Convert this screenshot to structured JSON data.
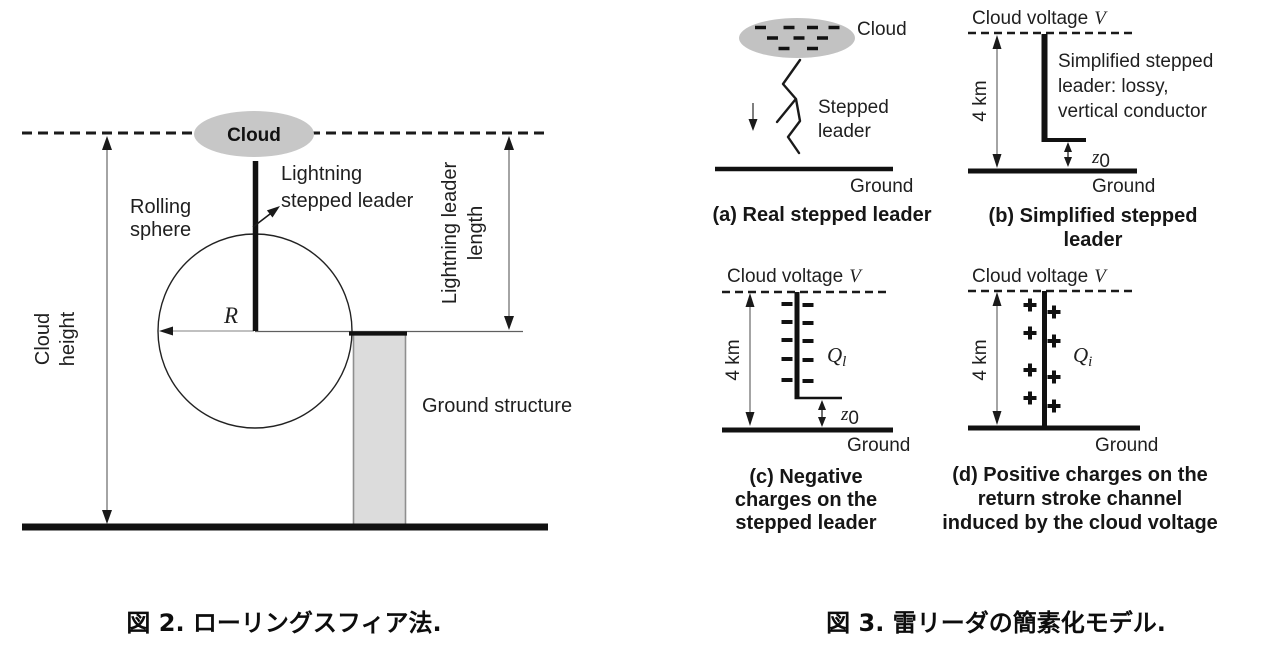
{
  "page": {
    "background": "#ffffff"
  },
  "colors": {
    "ink": "#1a1a1a",
    "cloud_fill": "#c7c7c7",
    "structure_fill": "#dcdcdc",
    "arrow_line": "#7d7d7d"
  },
  "fig2": {
    "caption": "図 2. ローリングスフィア法.",
    "cloud_label": "Cloud",
    "rolling_sphere_line1": "Rolling",
    "rolling_sphere_line2": "sphere",
    "leader_label_line1": "Lightning",
    "leader_label_line2": "stepped leader",
    "radius_label": "R",
    "cloud_height_line1": "Cloud",
    "cloud_height_line2": "height",
    "leader_length_line1": "Lightning leader",
    "leader_length_line2": "length",
    "ground_structure_label": "Ground structure"
  },
  "fig3": {
    "caption": "図 3. 雷リーダの簡素化モデル.",
    "a": {
      "cloud_label": "Cloud",
      "stepped_leader_line1": "Stepped",
      "stepped_leader_line2": "leader",
      "ground_label": "Ground",
      "caption": "(a) Real stepped leader"
    },
    "b": {
      "cloud_voltage_label": "Cloud voltage",
      "voltage_symbol": "V",
      "height_label": "4 km",
      "desc_line1": "Simplified stepped",
      "desc_line2": "leader: lossy,",
      "desc_line3": "vertical conductor",
      "z_symbol": "z",
      "z_sub": "0",
      "ground_label": "Ground",
      "caption_line1": "(b) Simplified stepped",
      "caption_line2": "leader"
    },
    "c": {
      "cloud_voltage_label": "Cloud voltage",
      "voltage_symbol": "V",
      "height_label": "4 km",
      "charge_symbol": "Q",
      "charge_sub": "l",
      "z_symbol": "z",
      "z_sub": "0",
      "ground_label": "Ground",
      "caption_line1": "(c) Negative",
      "caption_line2": "charges on the",
      "caption_line3": "stepped leader"
    },
    "d": {
      "cloud_voltage_label": "Cloud voltage",
      "voltage_symbol": "V",
      "height_label": "4 km",
      "charge_symbol": "Q",
      "charge_sub": "i",
      "ground_label": "Ground",
      "caption_line1": "(d) Positive charges on the",
      "caption_line2": "return stroke channel",
      "caption_line3": "induced by the cloud voltage"
    }
  }
}
